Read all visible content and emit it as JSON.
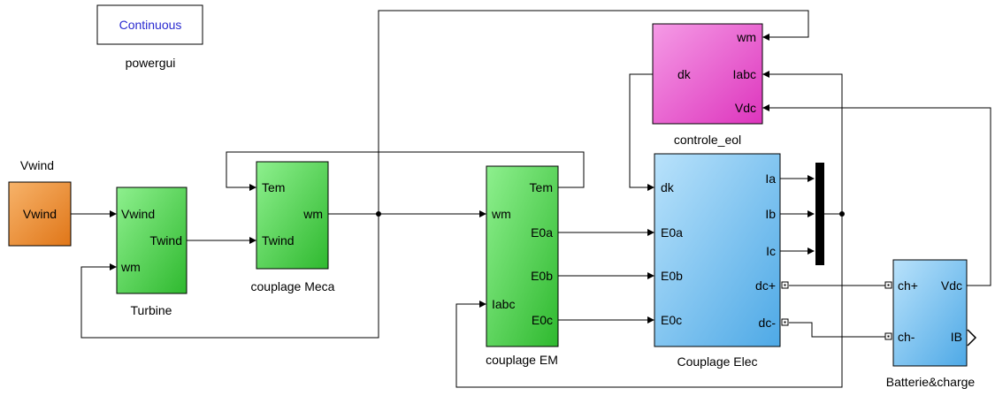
{
  "colors": {
    "green": "#3ccf3c",
    "orange": "#f08a28",
    "blue": "#6fbdf0",
    "magenta": "#e84fc8",
    "mux": "#000000",
    "powergui_text": "#2a2ad0"
  },
  "powergui": {
    "mode": "Continuous",
    "name": "powergui"
  },
  "vwind_const": {
    "value": "Vwind",
    "name": "Vwind"
  },
  "turbine": {
    "name": "Turbine",
    "inputs": [
      "Vwind",
      "wm"
    ],
    "outputs": [
      "Twind"
    ]
  },
  "couplage_meca": {
    "name": "couplage Meca",
    "inputs": [
      "Tem",
      "Twind"
    ],
    "outputs": [
      "wm"
    ]
  },
  "couplage_em": {
    "name": "couplage EM",
    "inputs": [
      "wm",
      "Iabc"
    ],
    "outputs": [
      "Tem",
      "E0a",
      "E0b",
      "E0c"
    ]
  },
  "couplage_elec": {
    "name": "Couplage Elec",
    "inputs": [
      "dk",
      "E0a",
      "E0b",
      "E0c"
    ],
    "outputs": [
      "Ia",
      "Ib",
      "Ic",
      "dc+",
      "dc-"
    ]
  },
  "controle_eol": {
    "name": "controle_eol",
    "inputs": [
      "wm",
      "Iabc",
      "Vdc"
    ],
    "outputs": [
      "dk"
    ]
  },
  "batterie": {
    "name": "Batterie&charge",
    "inputs": [
      "ch+",
      "ch-"
    ],
    "outputs": [
      "Vdc",
      "IB"
    ]
  }
}
